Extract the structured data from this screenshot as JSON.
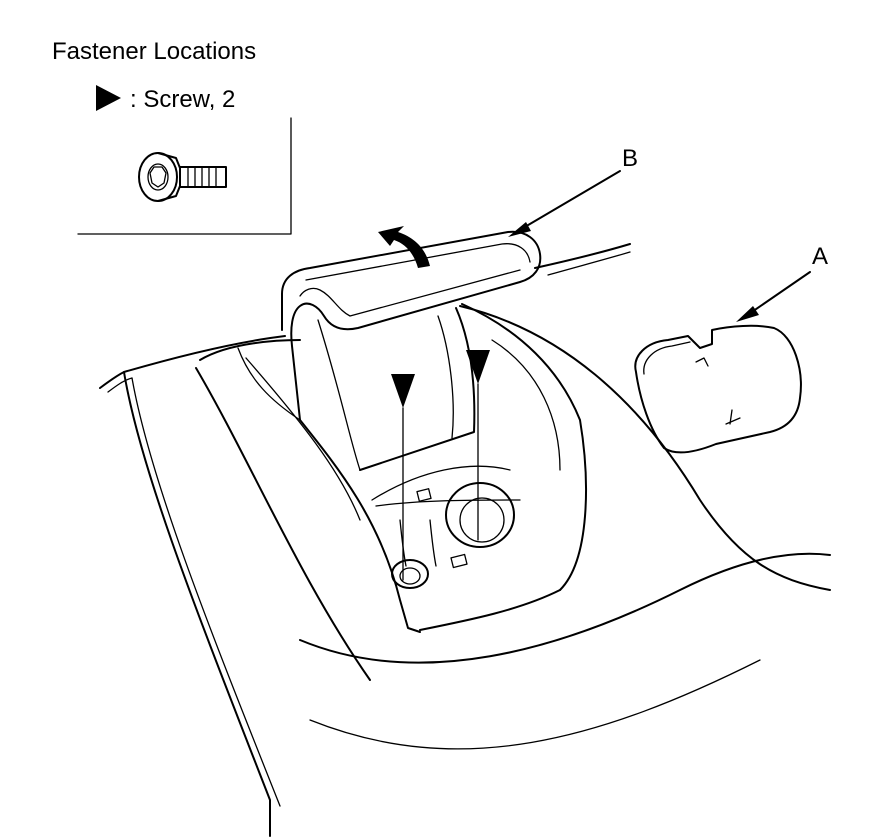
{
  "title": "Fastener Locations",
  "legend": {
    "symbol": "▶",
    "text": ": Screw, 2"
  },
  "callouts": {
    "a": "A",
    "b": "B"
  },
  "icons": {
    "screw": "screw-icon",
    "triangle": "triangle-marker-icon",
    "arrow": "rotation-arrow-icon"
  },
  "colors": {
    "line": "#000000",
    "background": "#ffffff"
  }
}
